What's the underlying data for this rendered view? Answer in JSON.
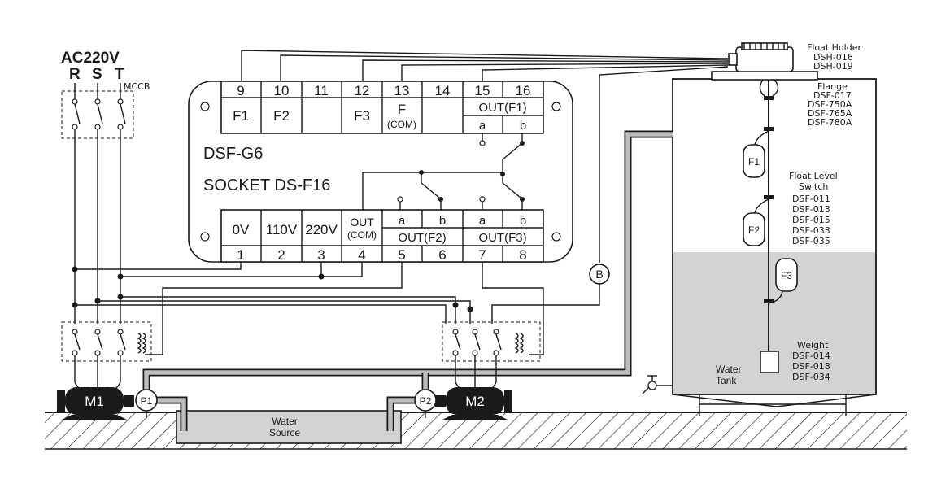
{
  "power": {
    "title": "AC220V",
    "phases": [
      "R",
      "S",
      "T"
    ],
    "breaker": "MCCB"
  },
  "controller": {
    "model": "DSF-G6",
    "socket": "SOCKET DS-F16",
    "top_pins": [
      "9",
      "10",
      "11",
      "12",
      "13",
      "14",
      "15",
      "16"
    ],
    "top_funcs": [
      "F1",
      "F2",
      "",
      "F3",
      "F",
      "",
      "",
      ""
    ],
    "com_label": "(COM)",
    "out_f1": "OUT(F1)",
    "out_f2": "OUT(F2)",
    "out_f3": "OUT(F3)",
    "contact_a": "a",
    "contact_b": "b",
    "bottom_pins": [
      "1",
      "2",
      "3",
      "4",
      "5",
      "6",
      "7",
      "8"
    ],
    "bottom_funcs": [
      "0V",
      "110V",
      "220V",
      "OUT",
      "",
      "",
      "",
      ""
    ]
  },
  "equipment": {
    "motor1": "M1",
    "motor2": "M2",
    "pump1": "P1",
    "pump2": "P2",
    "b_marker": "B",
    "water_source": [
      "Water",
      "Source"
    ],
    "water_tank": [
      "Water",
      "Tank"
    ]
  },
  "tank_labels": {
    "float_holder": [
      "Float Holder",
      "DSH-016",
      "DSH-019"
    ],
    "flange": [
      "Flange",
      "DSF-017",
      "DSF-750A",
      "DSF-765A",
      "DSF-780A"
    ],
    "float_switch": [
      "Float Level",
      "Switch",
      "DSF-011",
      "DSF-013",
      "DSF-015",
      "DSF-033",
      "DSF-035"
    ],
    "weight": [
      "Weight",
      "DSF-014",
      "DSF-018",
      "DSF-034"
    ],
    "floats": [
      "F1",
      "F2",
      "F3"
    ]
  },
  "colors": {
    "line": "#1a1a1a",
    "water": "#d3d3d3",
    "pipe": "#bdbdbd"
  }
}
